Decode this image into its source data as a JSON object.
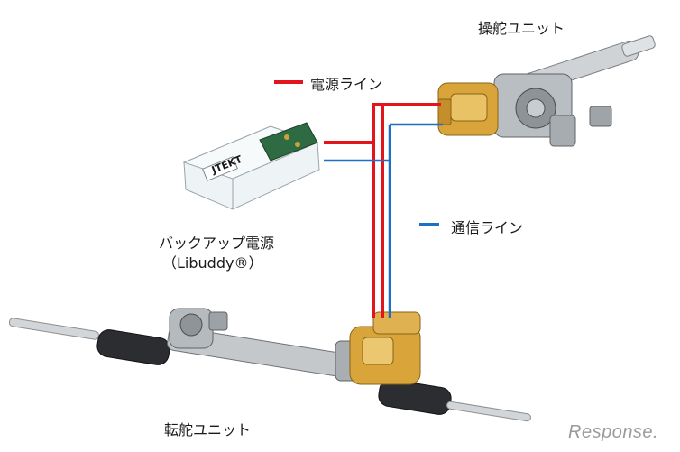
{
  "labels": {
    "steering_unit": "操舵ユニット",
    "power_line": "電源ライン",
    "comm_line": "通信ライン",
    "backup_power_1": "バックアップ電源",
    "backup_power_2": "（Libuddy®）",
    "rack_unit": "転舵ユニット",
    "backup_brand": "JTEKT"
  },
  "logo": {
    "text": "Response."
  },
  "colors": {
    "power_line": "#e3141b",
    "comm_line": "#1f6fc5",
    "gold": "#d9a53b",
    "metal": "#bfc3c7"
  }
}
